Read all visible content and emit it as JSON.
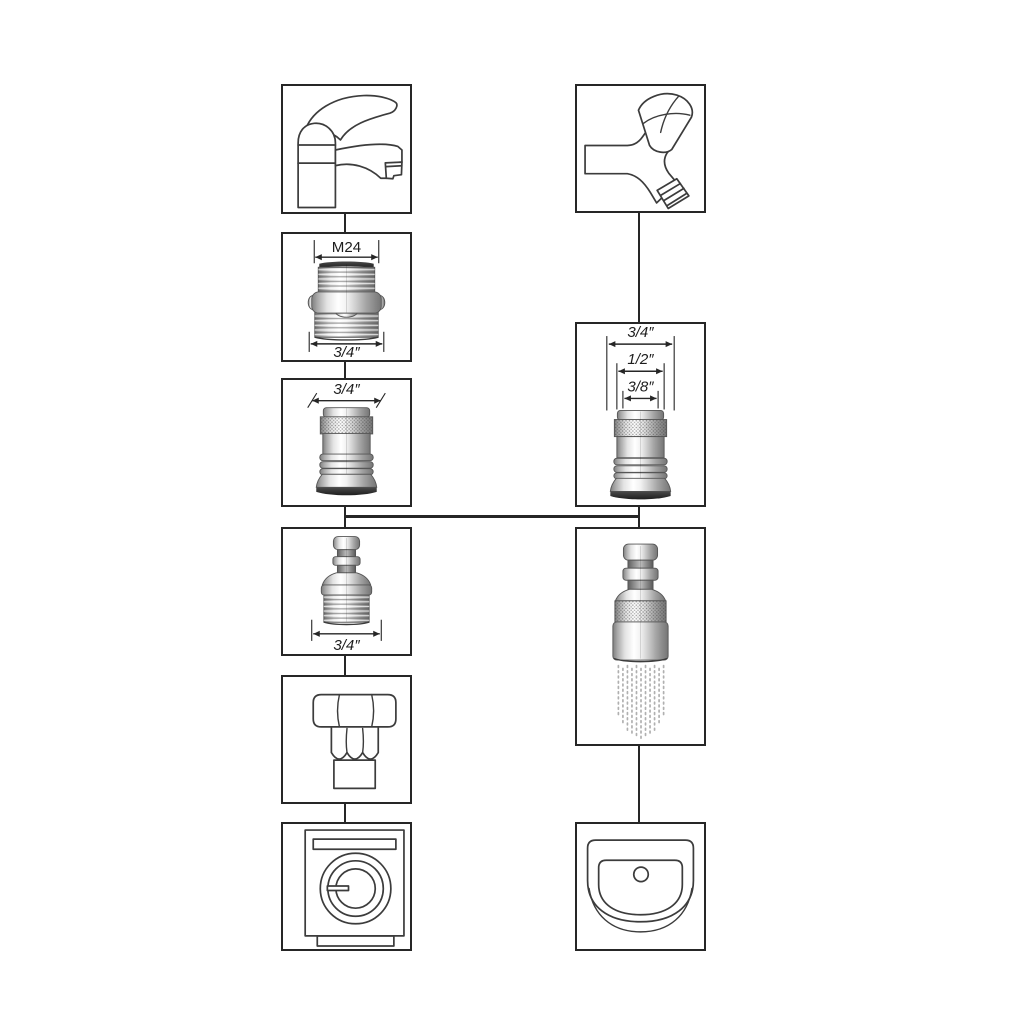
{
  "page": {
    "background": "#ffffff",
    "box_border_color": "#262626",
    "line_art_color": "#3c3c3c",
    "text_color": "#1d1d1d"
  },
  "labels": {
    "m24": "M24",
    "three_quarter": "3/4″",
    "half": "1/2″",
    "three_eighth": "3/8″"
  },
  "diagram": {
    "columns": 2,
    "nodes": [
      {
        "id": "basin-mixer-tap",
        "column": "left",
        "row": 1,
        "description": "single-lever basin mixer tap"
      },
      {
        "id": "m24-aerator-adapter",
        "column": "left",
        "row": 2,
        "description": "chrome adapter M24 thread to 3/4″ thread",
        "dimension_labels": [
          "M24",
          "3/4″"
        ]
      },
      {
        "id": "quick-connect-coupling-left",
        "column": "left",
        "row": 3,
        "description": "3/4″ female quick-connect coupling",
        "dimension_labels": [
          "3/4″"
        ]
      },
      {
        "id": "quick-connect-plug-left",
        "column": "left",
        "row": 4,
        "description": "male quick-connect plug with 3/4″ thread",
        "dimension_labels": [
          "3/4″"
        ]
      },
      {
        "id": "hose-nut-connector",
        "column": "left",
        "row": 5,
        "description": "hose connector with hex nut"
      },
      {
        "id": "washing-machine",
        "column": "left",
        "row": 6,
        "description": "washing machine front view"
      },
      {
        "id": "pillar-bib-tap",
        "column": "right",
        "row": 1,
        "description": "angled bib tap with faceted handle and threaded spout"
      },
      {
        "id": "multi-size-coupling",
        "column": "right",
        "row": 2,
        "description": "female quick-connect coupling fitting 3/4″, 1/2″ and 3/8″",
        "dimension_labels": [
          "3/4″",
          "1/2″",
          "3/8″"
        ]
      },
      {
        "id": "quick-connect-plug-spray",
        "column": "right",
        "row": 3,
        "description": "male quick-connect plug with water spray"
      },
      {
        "id": "wash-basin",
        "column": "right",
        "row": 4,
        "description": "wash basin with tap hole"
      }
    ],
    "connections": [
      {
        "from": "basin-mixer-tap",
        "to": "m24-aerator-adapter"
      },
      {
        "from": "m24-aerator-adapter",
        "to": "quick-connect-coupling-left"
      },
      {
        "from": "quick-connect-coupling-left",
        "to": "quick-connect-plug-left"
      },
      {
        "from": "quick-connect-plug-left",
        "to": "hose-nut-connector"
      },
      {
        "from": "hose-nut-connector",
        "to": "washing-machine"
      },
      {
        "from": "pillar-bib-tap",
        "to": "multi-size-coupling"
      },
      {
        "from": "multi-size-coupling",
        "to": "quick-connect-plug-spray"
      },
      {
        "from": "quick-connect-plug-spray",
        "to": "wash-basin"
      },
      {
        "type": "cross-link",
        "from": "left-column",
        "to": "right-column",
        "between_rows": "couplings and plugs"
      }
    ]
  }
}
